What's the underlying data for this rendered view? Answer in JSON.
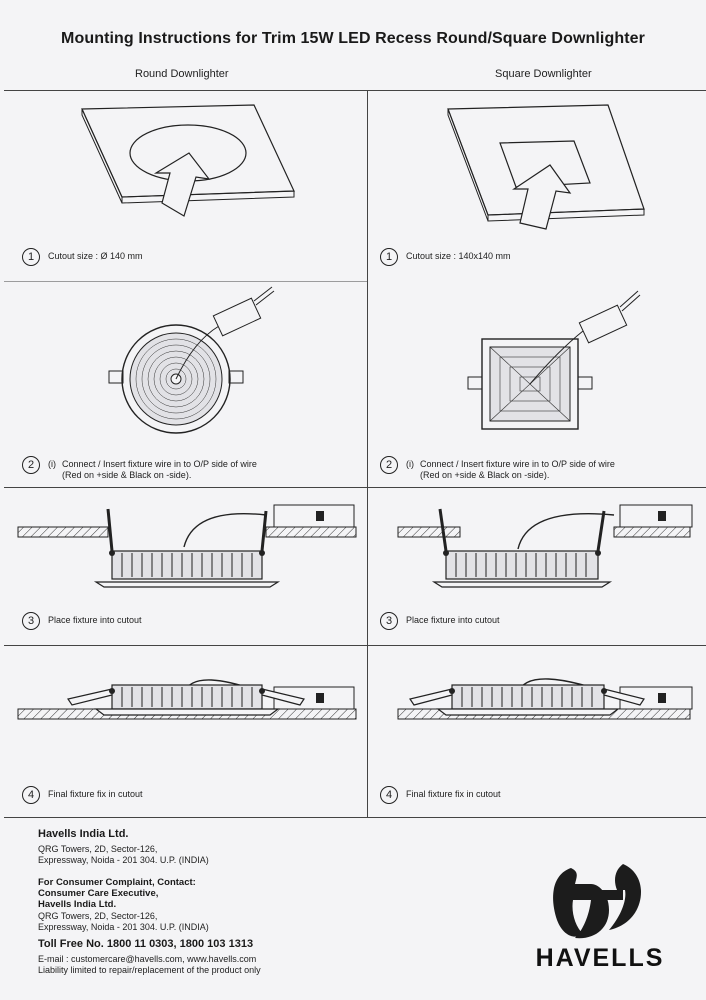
{
  "title": "Mounting Instructions for Trim 15W LED Recess Round/Square Downlighter",
  "columns": {
    "left": "Round Downlighter",
    "right": "Square Downlighter"
  },
  "steps": {
    "round": [
      {
        "num": "1",
        "text": "Cutout size : Ø 140 mm"
      },
      {
        "num": "2",
        "prefix": "(i)",
        "text": "Connect / Insert fixture wire in to O/P side of wire",
        "text2": "(Red on +side & Black on -side)."
      },
      {
        "num": "3",
        "text": "Place fixture into cutout"
      },
      {
        "num": "4",
        "text": "Final fixture fix in cutout"
      }
    ],
    "square": [
      {
        "num": "1",
        "text": "Cutout size : 140x140 mm"
      },
      {
        "num": "2",
        "prefix": "(i)",
        "text": "Connect / Insert fixture wire in to O/P side of wire",
        "text2": "(Red on +side & Black on -side)."
      },
      {
        "num": "3",
        "text": "Place fixture into cutout"
      },
      {
        "num": "4",
        "text": "Final fixture fix in cutout"
      }
    ]
  },
  "company": {
    "name": "Havells India Ltd.",
    "address": [
      "QRG Towers, 2D, Sector-126,",
      "Expressway, Noida - 201 304. U.P. (INDIA)"
    ],
    "complaint_lines": [
      "For Consumer Complaint, Contact:",
      "Consumer Care Executive,",
      "Havells India Ltd."
    ],
    "complaint_address": [
      "QRG Towers, 2D, Sector-126,",
      "Expressway, Noida - 201 304. U.P. (INDIA)"
    ],
    "toll_free": "Toll Free No. 1800 11 0303, 1800 103 1313",
    "email": "E-mail : customercare@havells.com, www.havells.com",
    "liability": "Liability limited to repair/replacement of the product only"
  },
  "logo": {
    "text": "HAVELLS",
    "icon": "havells-logo-icon"
  }
}
